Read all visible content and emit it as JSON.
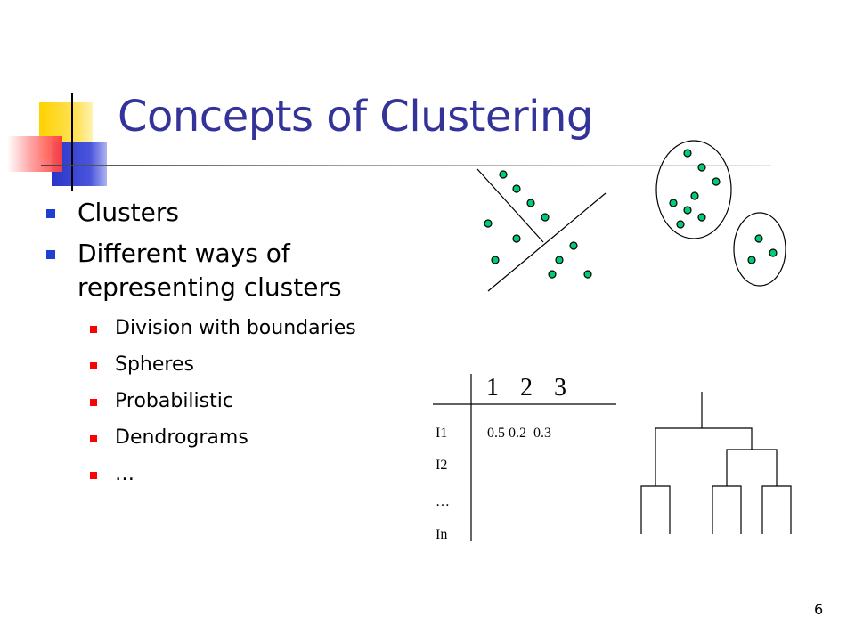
{
  "slide": {
    "title": "Concepts of Clustering",
    "bullets": [
      {
        "text": "Clusters",
        "sub": []
      },
      {
        "text": "Different ways of representing clusters",
        "sub": [
          "Division with boundaries",
          "Spheres",
          "Probabilistic",
          "Dendrograms",
          "…"
        ]
      }
    ],
    "page_number": "6"
  },
  "prob_table": {
    "headers": [
      "1",
      "2",
      "3"
    ],
    "rows": [
      {
        "label": "I1",
        "values": "0.5 0.2  0.3"
      },
      {
        "label": "I2",
        "values": ""
      },
      {
        "label": "…",
        "values": ""
      },
      {
        "label": "In",
        "values": ""
      }
    ]
  },
  "colors": {
    "title": "#333399",
    "bullet_level1": "#1f3fd0",
    "bullet_level2": "#ff0000",
    "dot_fill": "#00cc77"
  }
}
